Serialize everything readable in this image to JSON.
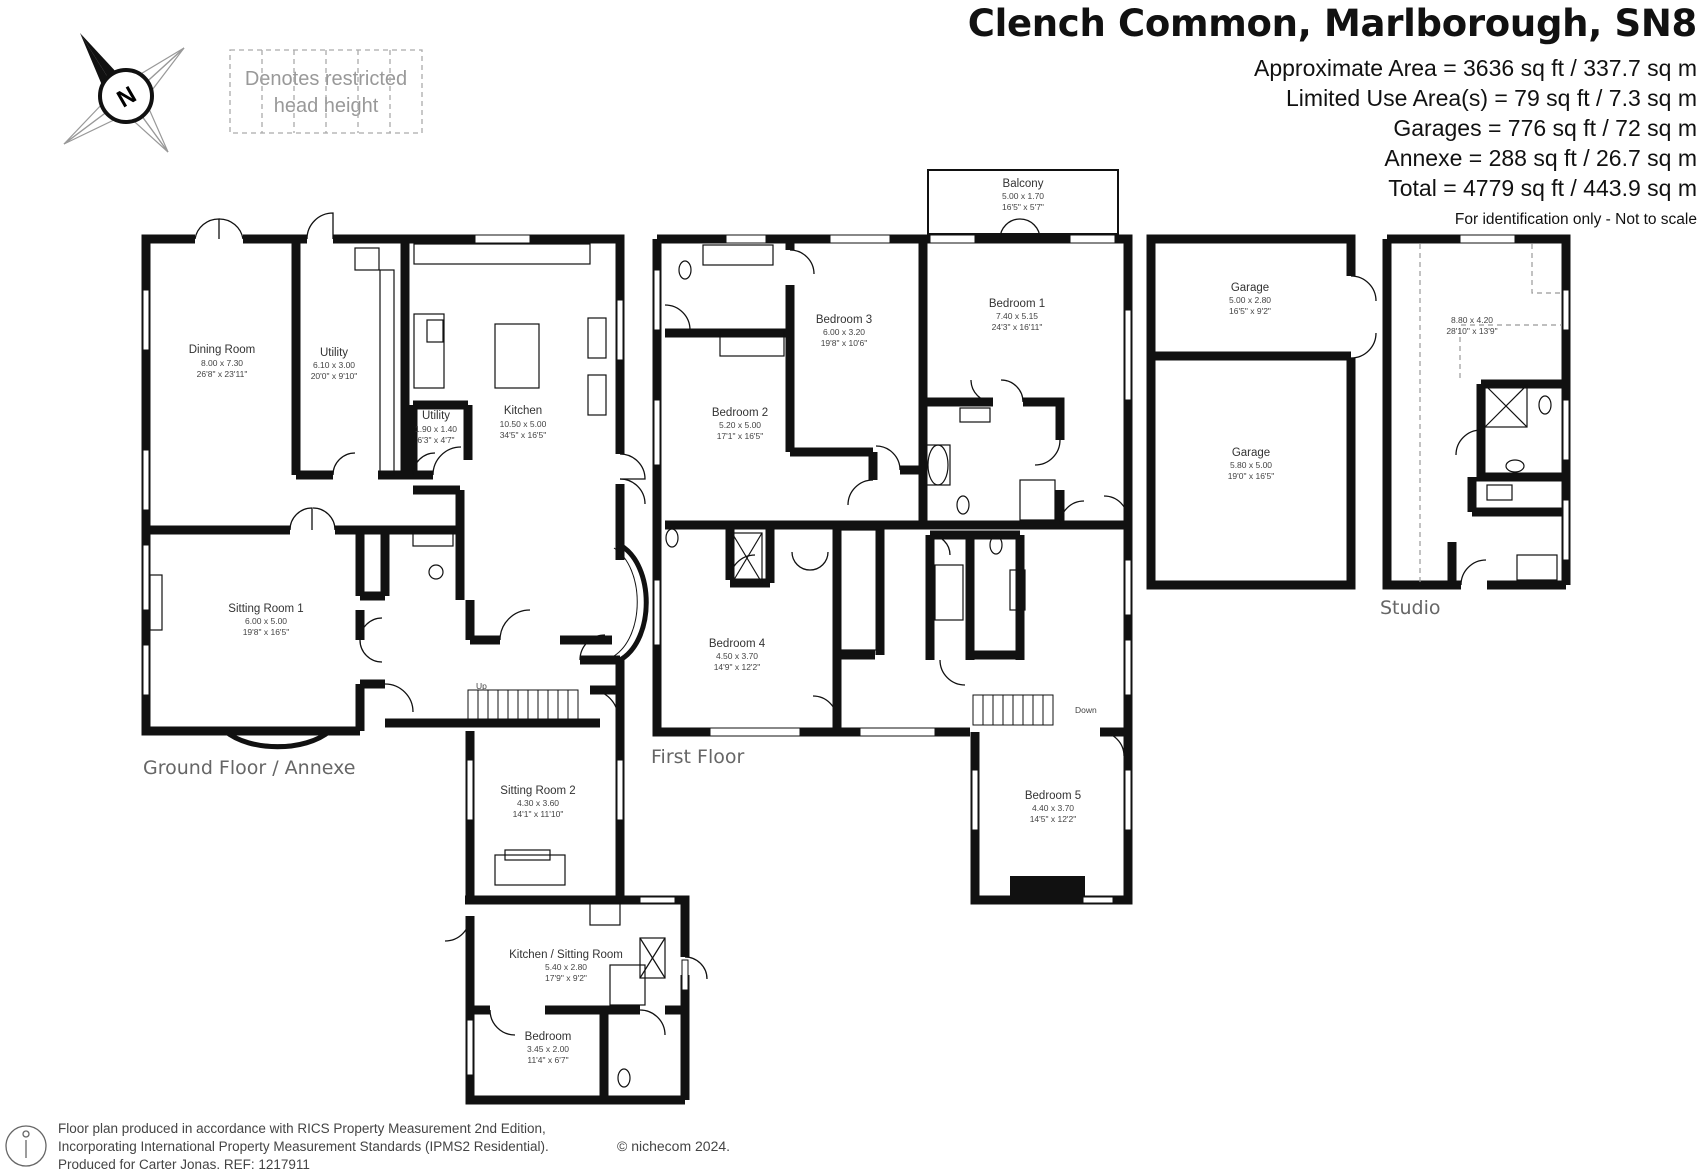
{
  "header": {
    "title": "Clench Common, Marlborough, SN8",
    "areas": [
      "Approximate Area = 3636 sq ft / 337.7 sq m",
      "Limited Use Area(s) = 79 sq ft / 7.3 sq m",
      "Garages = 776 sq ft / 72 sq m",
      "Annexe = 288 sq ft / 26.7 sq m",
      "Total = 4779 sq ft / 443.9 sq m"
    ],
    "disclaimer": "For identification only - Not to scale"
  },
  "legend": {
    "restricted_line1": "Denotes restricted",
    "restricted_line2": "head height"
  },
  "compass": {
    "north": "N"
  },
  "floors": {
    "ground": "Ground Floor / Annexe",
    "first": "First Floor",
    "studio": "Studio"
  },
  "stairs": {
    "up": "Up",
    "down": "Down"
  },
  "rooms": {
    "dining": {
      "name": "Dining Room",
      "m": "8.00 x 7.30",
      "ft": "26'8\" x 23'11\""
    },
    "utility1": {
      "name": "Utility",
      "m": "6.10 x 3.00",
      "ft": "20'0\" x 9'10\""
    },
    "utility2": {
      "name": "Utility",
      "m": "1.90 x 1.40",
      "ft": "6'3\" x 4'7\""
    },
    "kitchen": {
      "name": "Kitchen",
      "m": "10.50 x 5.00",
      "ft": "34'5\" x 16'5\""
    },
    "sitting1": {
      "name": "Sitting Room 1",
      "m": "6.00 x 5.00",
      "ft": "19'8\" x 16'5\""
    },
    "sitting2": {
      "name": "Sitting Room 2",
      "m": "4.30 x 3.60",
      "ft": "14'1\" x 11'10\""
    },
    "kitsit": {
      "name": "Kitchen / Sitting Room",
      "m": "5.40 x 2.80",
      "ft": "17'9\" x 9'2\""
    },
    "annexbed": {
      "name": "Bedroom",
      "m": "3.45 x 2.00",
      "ft": "11'4\" x 6'7\""
    },
    "balcony": {
      "name": "Balcony",
      "m": "5.00 x 1.70",
      "ft": "16'5\" x 5'7\""
    },
    "bed1": {
      "name": "Bedroom 1",
      "m": "7.40 x 5.15",
      "ft": "24'3\" x 16'11\""
    },
    "bed2": {
      "name": "Bedroom 2",
      "m": "5.20 x 5.00",
      "ft": "17'1\" x 16'5\""
    },
    "bed3": {
      "name": "Bedroom 3",
      "m": "6.00 x 3.20",
      "ft": "19'8\" x 10'6\""
    },
    "bed4": {
      "name": "Bedroom 4",
      "m": "4.50 x 3.70",
      "ft": "14'9\" x 12'2\""
    },
    "bed5": {
      "name": "Bedroom 5",
      "m": "4.40 x 3.70",
      "ft": "14'5\" x 12'2\""
    },
    "garage1": {
      "name": "Garage",
      "m": "5.00 x 2.80",
      "ft": "16'5\" x 9'2\""
    },
    "garage2": {
      "name": "Garage",
      "m": "5.80 x 5.00",
      "ft": "19'0\" x 16'5\""
    },
    "studio": {
      "m": "8.80 x 4.20",
      "ft": "28'10\" x 13'9\""
    }
  },
  "footer": {
    "line1": "Floor plan produced in accordance with RICS Property Measurement 2nd Edition,",
    "line2": "Incorporating International Property Measurement Standards (IPMS2 Residential).",
    "line3": "Produced for Carter Jonas.  REF: 1217911",
    "brand": "© nichecom 2024."
  }
}
